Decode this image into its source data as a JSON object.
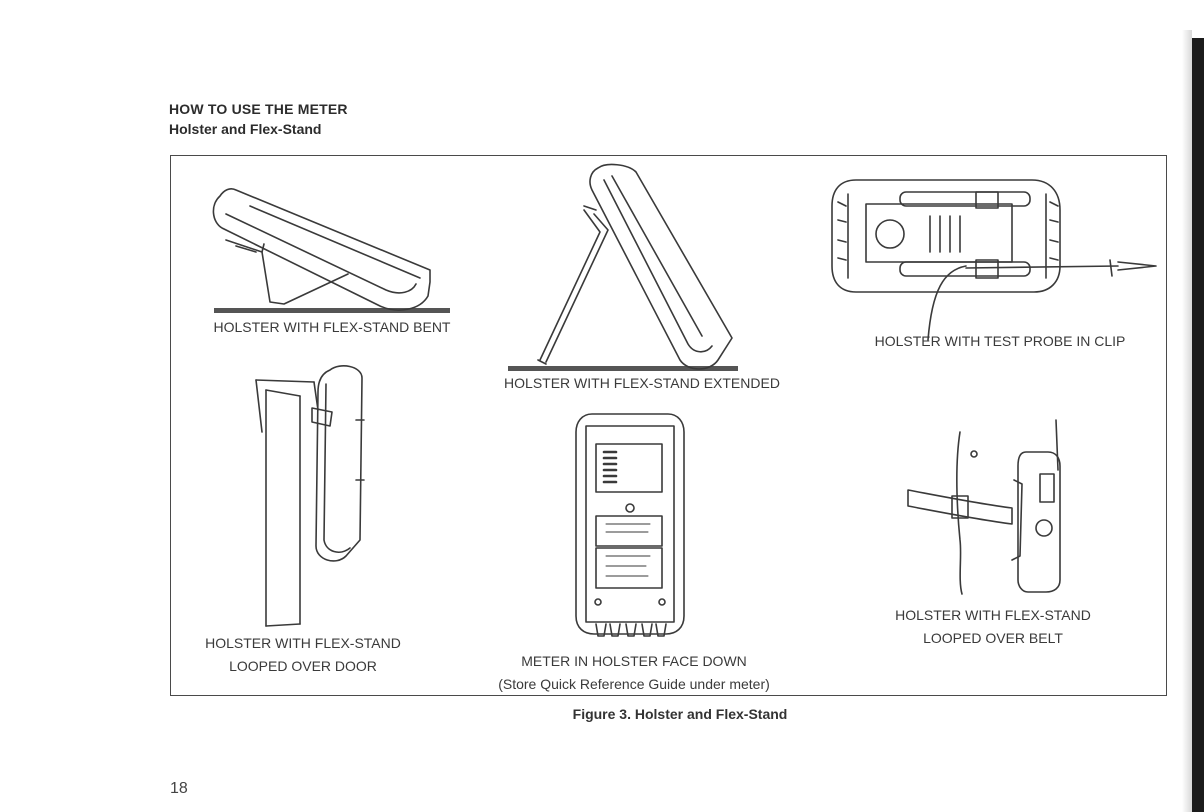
{
  "page": {
    "section_title": "HOW TO USE THE METER",
    "subsection_title": "Holster and Flex-Stand",
    "page_number": "18"
  },
  "figure": {
    "caption": "Figure 3. Holster and Flex-Stand",
    "panels": [
      {
        "id": "bent",
        "lines": [
          "HOLSTER WITH FLEX-STAND BENT"
        ]
      },
      {
        "id": "extended",
        "lines": [
          "HOLSTER WITH FLEX-STAND EXTENDED"
        ]
      },
      {
        "id": "probe",
        "lines": [
          "HOLSTER WITH  TEST PROBE IN CLIP"
        ]
      },
      {
        "id": "door",
        "lines": [
          "HOLSTER WITH FLEX-STAND",
          "LOOPED OVER DOOR"
        ]
      },
      {
        "id": "facedown",
        "lines": [
          "METER IN HOLSTER FACE DOWN",
          "(Store Quick Reference Guide under meter)"
        ]
      },
      {
        "id": "belt",
        "lines": [
          "HOLSTER WITH FLEX-STAND",
          "LOOPED OVER BELT"
        ]
      }
    ]
  }
}
